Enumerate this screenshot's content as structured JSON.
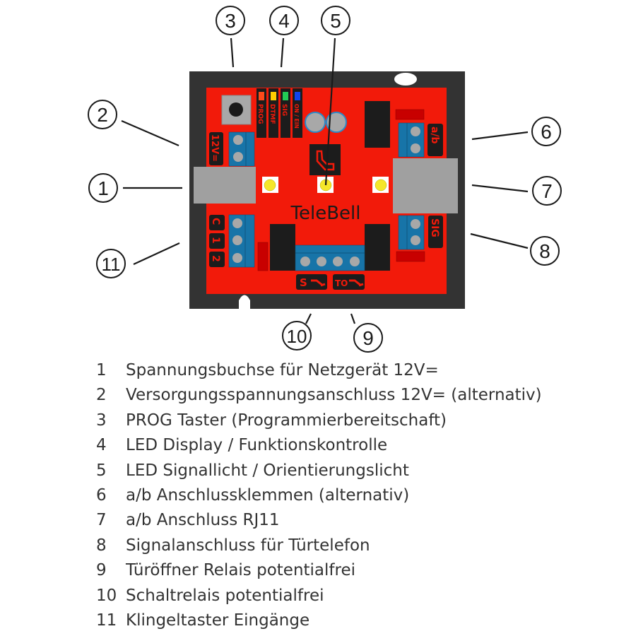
{
  "board": {
    "brand": "TeleBell",
    "led_labels": [
      "PROG",
      "DTMF",
      "SIG",
      "ON / EIN"
    ],
    "led_colors": [
      "#ff4a1a",
      "#ffcc00",
      "#22cc55",
      "#1144ee"
    ],
    "left_label_top": "12V=",
    "left_labels_bottom": [
      "C",
      "1",
      "2"
    ],
    "right_label_top": "a/b",
    "right_label_bottom": "SIG",
    "relay_labels": [
      "S",
      "TO"
    ],
    "colors": {
      "housing": "#333333",
      "pcb": "#f21a0a",
      "terminal": "#1774a8",
      "connector": "#a0a0a0",
      "chip": "#1c1c1c",
      "led_yellow": "#f5e62a",
      "resistor": "#c80000"
    }
  },
  "callouts": [
    "1",
    "2",
    "3",
    "4",
    "5",
    "6",
    "7",
    "8",
    "9",
    "10",
    "11"
  ],
  "legend": [
    {
      "num": "1",
      "text": "Spannungsbuchse für Netzgerät 12V="
    },
    {
      "num": "2",
      "text": "Versorgungsspannungsanschluss 12V= (alternativ)"
    },
    {
      "num": "3",
      "text": "PROG Taster (Programmierbereitschaft)"
    },
    {
      "num": "4",
      "text": "LED Display / Funktionskontrolle"
    },
    {
      "num": "5",
      "text": "LED Signallicht / Orientierungslicht"
    },
    {
      "num": "6",
      "text": "a/b Anschlussklemmen (alternativ)"
    },
    {
      "num": "7",
      "text": "a/b Anschluss RJ11"
    },
    {
      "num": "8",
      "text": "Signalanschluss für Türtelefon"
    },
    {
      "num": "9",
      "text": "Türöffner Relais potentialfrei"
    },
    {
      "num": "10",
      "text": "Schaltrelais potentialfrei"
    },
    {
      "num": "11",
      "text": "Klingeltaster Eingänge"
    }
  ]
}
